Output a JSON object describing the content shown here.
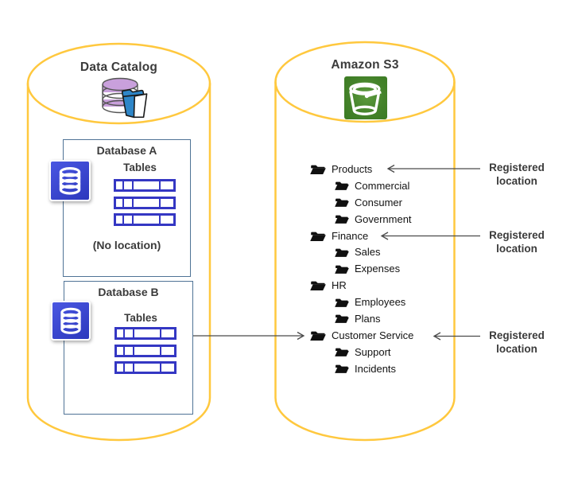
{
  "left_cylinder": {
    "title": "Data Catalog",
    "icon": "data-catalog-icon",
    "databases": [
      {
        "title": "Database A",
        "tables_label": "Tables",
        "note": "(No location)",
        "table_rows": 3
      },
      {
        "title": "Database B",
        "tables_label": "Tables",
        "table_rows": 3
      }
    ]
  },
  "right_cylinder": {
    "title": "Amazon S3",
    "icon": "s3-bucket-icon",
    "folders": [
      {
        "label": "Products",
        "level": 0,
        "registered": true
      },
      {
        "label": "Commercial",
        "level": 1,
        "registered": false
      },
      {
        "label": "Consumer",
        "level": 1,
        "registered": false
      },
      {
        "label": "Government",
        "level": 1,
        "registered": false
      },
      {
        "label": "Finance",
        "level": 0,
        "registered": true
      },
      {
        "label": "Sales",
        "level": 1,
        "registered": false
      },
      {
        "label": "Expenses",
        "level": 1,
        "registered": false
      },
      {
        "label": "HR",
        "level": 0,
        "registered": false
      },
      {
        "label": "Employees",
        "level": 1,
        "registered": false
      },
      {
        "label": "Plans",
        "level": 1,
        "registered": false
      },
      {
        "label": "Customer Service",
        "level": 0,
        "registered": true
      },
      {
        "label": "Support",
        "level": 1,
        "registered": false
      },
      {
        "label": "Incidents",
        "level": 1,
        "registered": false
      }
    ]
  },
  "annotations": {
    "registered_location_labels": [
      "Registered location",
      "Registered location",
      "Registered location"
    ],
    "db_b_to_customer_service_arrow": true
  },
  "icons": {
    "tree_item": "open-folder-icon",
    "database_square": "database-icon",
    "catalog": "data-catalog-icon",
    "s3": "s3-bucket-icon"
  },
  "colors": {
    "cylinder_outline": "#ffc83e",
    "box_border": "#4f7396",
    "table_border": "#3437c3",
    "db_icon_blue_top": "#4a57e2",
    "db_icon_blue_bottom": "#2c38bd",
    "s3_icon_green": "#44822a",
    "catalog_icon_purple": "#c9a0dc",
    "catalog_icon_folder_blue": "#2e86c8",
    "folder_black": "#101010",
    "arrow_gray": "#4a4a4a",
    "text_dark": "#3b3b3b"
  }
}
